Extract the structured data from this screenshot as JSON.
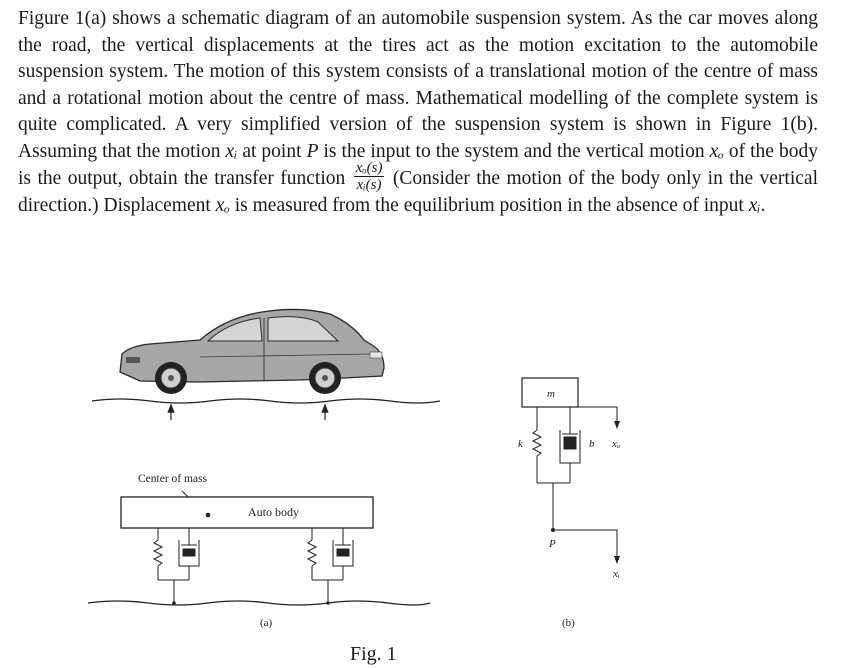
{
  "text": {
    "part1": "Figure 1(a) shows a schematic diagram of an automobile suspension system. As the car moves along the road, the vertical displacements at the tires act as the motion excitation to the automobile suspension system. The motion of this system consists of a translational motion of the centre of mass and a rotational motion about the centre of mass. Mathematical modelling of the complete system is quite complicated. A very simplified version of the suspension system is shown in Figure 1(b). Assuming that the motion ",
    "xi": "xᵢ",
    "part2": " at point ",
    "p": "P",
    "part3": " is the input to the system and the vertical motion ",
    "xo": "xₒ",
    "part4": " of the body is the output, obtain the transfer function ",
    "frac_num": "xₒ(s)",
    "frac_den": "xᵢ(s)",
    "part5": " (Consider the motion of the body only in the vertical direction.) Displacement ",
    "part6": " is measured from the equilibrium position in the absence of input ",
    "part7": "."
  },
  "figure_a": {
    "center_of_mass_label": "Center of mass",
    "auto_body_label": "Auto body",
    "caption": "(a)"
  },
  "figure_b": {
    "mass_label": "m",
    "spring_label": "k",
    "damper_label": "b",
    "output_label": "xₒ",
    "point_label": "P",
    "input_label": "xᵢ",
    "caption": "(b)"
  },
  "figure_caption": "Fig. 1"
}
